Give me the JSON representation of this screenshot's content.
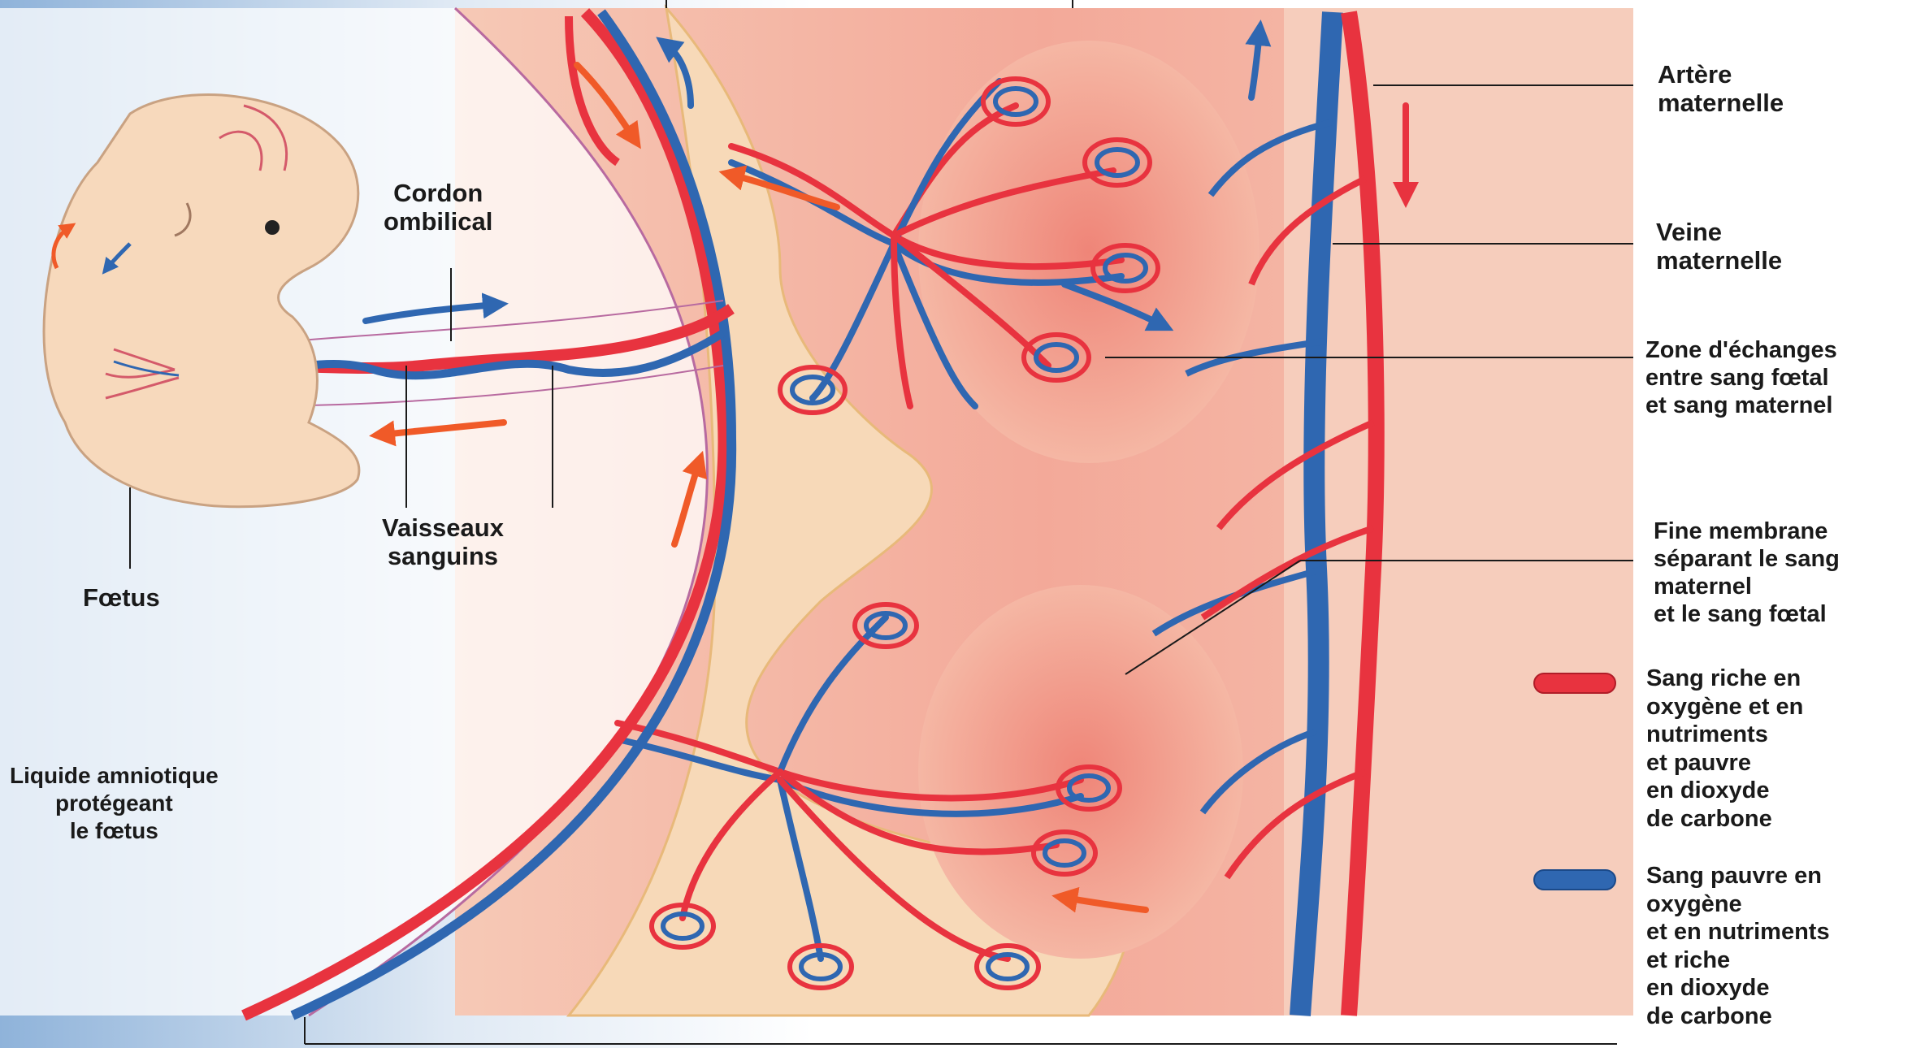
{
  "labels": {
    "cordon": "Cordon\nombilical",
    "vaisseaux": "Vaisseaux\nsanguins",
    "foetus": "Fœtus",
    "liquide": "Liquide amniotique\nprotégeant\nle fœtus",
    "artere": "Artère\nmaternelle",
    "veine": "Veine\nmaternelle",
    "zone": "Zone d'échanges\nentre sang fœtal\net sang maternel",
    "membrane": "Fine membrane\nséparant le sang\nmaternel\net le sang fœtal"
  },
  "legend": [
    {
      "color": "#e8333f",
      "text": "Sang riche en\noxygène et en\nnutriments\net pauvre\nen dioxyde\nde carbone"
    },
    {
      "color": "#2f67b1",
      "text": "Sang pauvre en\noxygène\net en nutriments\net riche\nen dioxyde\nde carbone"
    }
  ],
  "colors": {
    "artery_red": "#e8333f",
    "vein_blue": "#2f67b1",
    "arrow_orange": "#f05a28",
    "placenta_pink": "#f4b3a0",
    "villi_cream": "#f7d9b8",
    "amniotic_blue": "#8fb3da"
  }
}
